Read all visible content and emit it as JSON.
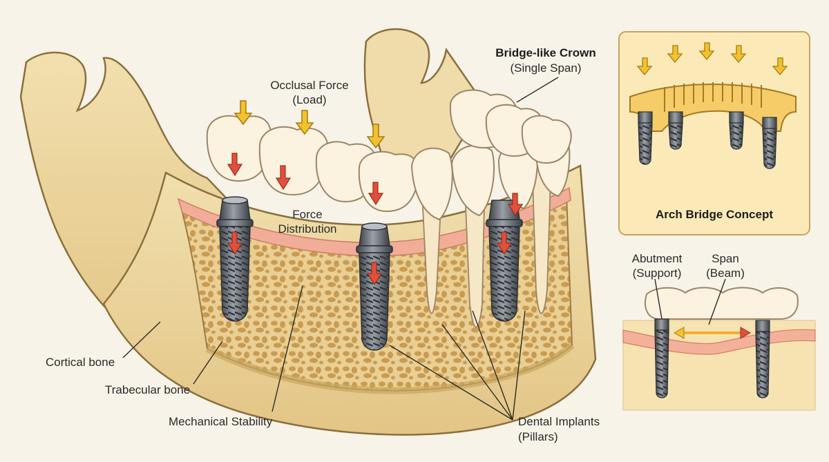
{
  "labels": {
    "occlusal_force": "Occlusal Force",
    "occlusal_load": "(Load)",
    "bridge_crown": "Bridge-like Crown",
    "single_span": "(Single Span)",
    "force_distribution_1": "Force",
    "force_distribution_2": "Distribution",
    "cortical_bone": "Cortical bone",
    "trabecular_bone": "Trabecular bone",
    "mechanical_stability": "Mechanical Stability",
    "dental_implants": "Dental Implants",
    "pillars": "(Pillars)"
  },
  "inset_top": {
    "caption": "Arch Bridge Concept"
  },
  "inset_bottom": {
    "abutment": "Abutment",
    "abutment_sub": "(Support)",
    "span": "Span",
    "span_sub": "(Beam)"
  },
  "colors": {
    "background": "#f8f3e9",
    "bone": "#ecd79f",
    "bone_outline": "#8a6f3c",
    "trabecular": "#e3c98c",
    "gum": "#f1ad98",
    "tooth": "#fbf2df",
    "implant": "#6f747b",
    "load_arrow": "#f2c12e",
    "force_arrow": "#e0503c",
    "inset_bg": "#fbe9b8",
    "inset_border": "#c9a25c"
  }
}
